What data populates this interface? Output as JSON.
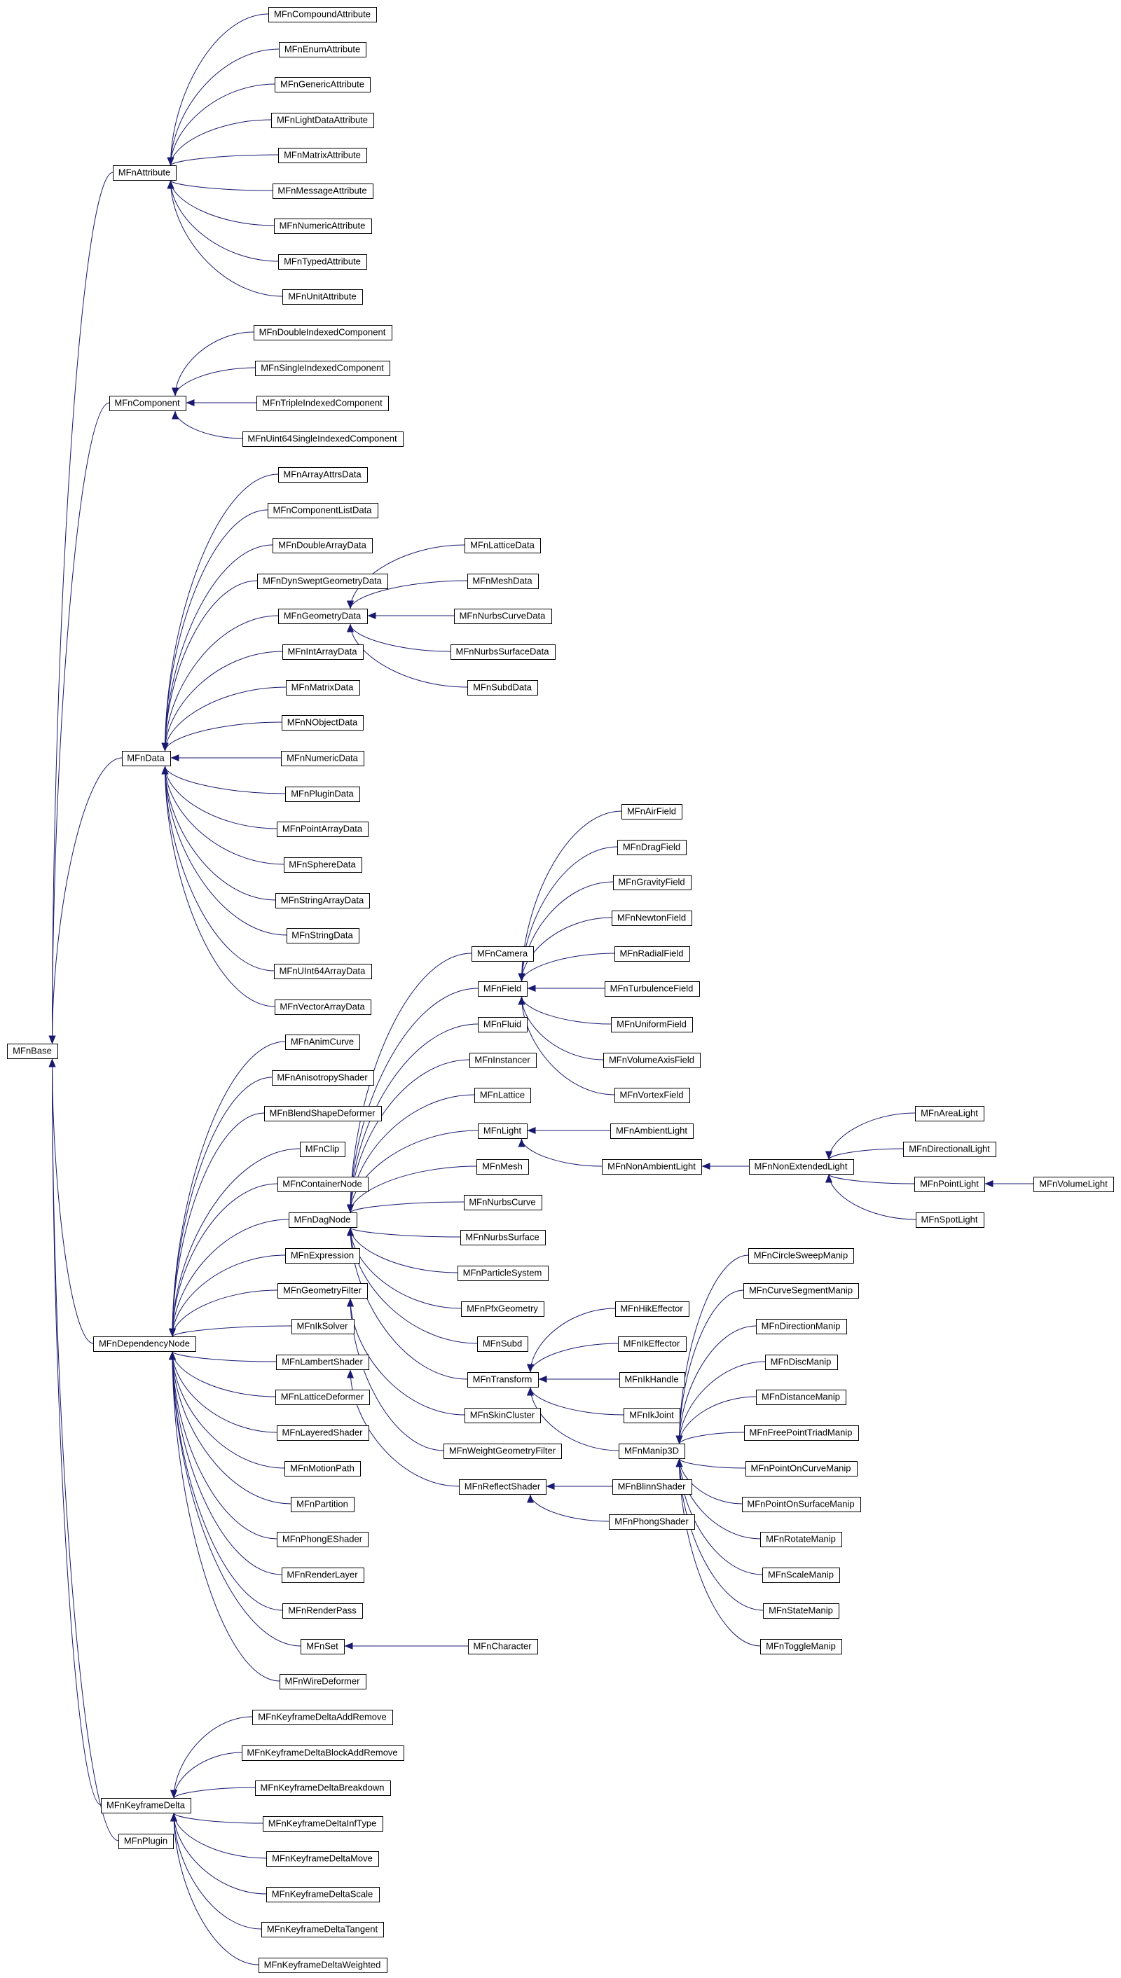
{
  "diagram": {
    "edge_color": "#191970",
    "node_border_color": "#000000",
    "node_fill_color": "#ffffff",
    "nodes": [
      {
        "id": "MFnBase",
        "label": "MFnBase"
      },
      {
        "id": "MFnAttribute",
        "label": "MFnAttribute"
      },
      {
        "id": "MFnCompoundAttribute",
        "label": "MFnCompoundAttribute"
      },
      {
        "id": "MFnEnumAttribute",
        "label": "MFnEnumAttribute"
      },
      {
        "id": "MFnGenericAttribute",
        "label": "MFnGenericAttribute"
      },
      {
        "id": "MFnLightDataAttribute",
        "label": "MFnLightDataAttribute"
      },
      {
        "id": "MFnMatrixAttribute",
        "label": "MFnMatrixAttribute"
      },
      {
        "id": "MFnMessageAttribute",
        "label": "MFnMessageAttribute"
      },
      {
        "id": "MFnNumericAttribute",
        "label": "MFnNumericAttribute"
      },
      {
        "id": "MFnTypedAttribute",
        "label": "MFnTypedAttribute"
      },
      {
        "id": "MFnUnitAttribute",
        "label": "MFnUnitAttribute"
      },
      {
        "id": "MFnComponent",
        "label": "MFnComponent"
      },
      {
        "id": "MFnDoubleIndexedComponent",
        "label": "MFnDoubleIndexedComponent"
      },
      {
        "id": "MFnSingleIndexedComponent",
        "label": "MFnSingleIndexedComponent"
      },
      {
        "id": "MFnTripleIndexedComponent",
        "label": "MFnTripleIndexedComponent"
      },
      {
        "id": "MFnUint64SingleIndexedComponent",
        "label": "MFnUint64SingleIndexedComponent"
      },
      {
        "id": "MFnData",
        "label": "MFnData"
      },
      {
        "id": "MFnArrayAttrsData",
        "label": "MFnArrayAttrsData"
      },
      {
        "id": "MFnComponentListData",
        "label": "MFnComponentListData"
      },
      {
        "id": "MFnDoubleArrayData",
        "label": "MFnDoubleArrayData"
      },
      {
        "id": "MFnDynSweptGeometryData",
        "label": "MFnDynSweptGeometryData"
      },
      {
        "id": "MFnGeometryData",
        "label": "MFnGeometryData"
      },
      {
        "id": "MFnLatticeData",
        "label": "MFnLatticeData"
      },
      {
        "id": "MFnMeshData",
        "label": "MFnMeshData"
      },
      {
        "id": "MFnNurbsCurveData",
        "label": "MFnNurbsCurveData"
      },
      {
        "id": "MFnNurbsSurfaceData",
        "label": "MFnNurbsSurfaceData"
      },
      {
        "id": "MFnSubdData",
        "label": "MFnSubdData"
      },
      {
        "id": "MFnIntArrayData",
        "label": "MFnIntArrayData"
      },
      {
        "id": "MFnMatrixData",
        "label": "MFnMatrixData"
      },
      {
        "id": "MFnNObjectData",
        "label": "MFnNObjectData"
      },
      {
        "id": "MFnNumericData",
        "label": "MFnNumericData"
      },
      {
        "id": "MFnPluginData",
        "label": "MFnPluginData"
      },
      {
        "id": "MFnPointArrayData",
        "label": "MFnPointArrayData"
      },
      {
        "id": "MFnSphereData",
        "label": "MFnSphereData"
      },
      {
        "id": "MFnStringArrayData",
        "label": "MFnStringArrayData"
      },
      {
        "id": "MFnStringData",
        "label": "MFnStringData"
      },
      {
        "id": "MFnUInt64ArrayData",
        "label": "MFnUInt64ArrayData"
      },
      {
        "id": "MFnVectorArrayData",
        "label": "MFnVectorArrayData"
      },
      {
        "id": "MFnDependencyNode",
        "label": "MFnDependencyNode"
      },
      {
        "id": "MFnAnimCurve",
        "label": "MFnAnimCurve"
      },
      {
        "id": "MFnAnisotropyShader",
        "label": "MFnAnisotropyShader"
      },
      {
        "id": "MFnBlendShapeDeformer",
        "label": "MFnBlendShapeDeformer"
      },
      {
        "id": "MFnClip",
        "label": "MFnClip"
      },
      {
        "id": "MFnContainerNode",
        "label": "MFnContainerNode"
      },
      {
        "id": "MFnDagNode",
        "label": "MFnDagNode"
      },
      {
        "id": "MFnCamera",
        "label": "MFnCamera"
      },
      {
        "id": "MFnField",
        "label": "MFnField"
      },
      {
        "id": "MFnAirField",
        "label": "MFnAirField"
      },
      {
        "id": "MFnDragField",
        "label": "MFnDragField"
      },
      {
        "id": "MFnGravityField",
        "label": "MFnGravityField"
      },
      {
        "id": "MFnNewtonField",
        "label": "MFnNewtonField"
      },
      {
        "id": "MFnRadialField",
        "label": "MFnRadialField"
      },
      {
        "id": "MFnTurbulenceField",
        "label": "MFnTurbulenceField"
      },
      {
        "id": "MFnUniformField",
        "label": "MFnUniformField"
      },
      {
        "id": "MFnVolumeAxisField",
        "label": "MFnVolumeAxisField"
      },
      {
        "id": "MFnVortexField",
        "label": "MFnVortexField"
      },
      {
        "id": "MFnFluid",
        "label": "MFnFluid"
      },
      {
        "id": "MFnInstancer",
        "label": "MFnInstancer"
      },
      {
        "id": "MFnLattice",
        "label": "MFnLattice"
      },
      {
        "id": "MFnLight",
        "label": "MFnLight"
      },
      {
        "id": "MFnAmbientLight",
        "label": "MFnAmbientLight"
      },
      {
        "id": "MFnNonAmbientLight",
        "label": "MFnNonAmbientLight"
      },
      {
        "id": "MFnNonExtendedLight",
        "label": "MFnNonExtendedLight"
      },
      {
        "id": "MFnAreaLight",
        "label": "MFnAreaLight"
      },
      {
        "id": "MFnDirectionalLight",
        "label": "MFnDirectionalLight"
      },
      {
        "id": "MFnPointLight",
        "label": "MFnPointLight"
      },
      {
        "id": "MFnVolumeLight",
        "label": "MFnVolumeLight"
      },
      {
        "id": "MFnSpotLight",
        "label": "MFnSpotLight"
      },
      {
        "id": "MFnMesh",
        "label": "MFnMesh"
      },
      {
        "id": "MFnNurbsCurve",
        "label": "MFnNurbsCurve"
      },
      {
        "id": "MFnNurbsSurface",
        "label": "MFnNurbsSurface"
      },
      {
        "id": "MFnParticleSystem",
        "label": "MFnParticleSystem"
      },
      {
        "id": "MFnPfxGeometry",
        "label": "MFnPfxGeometry"
      },
      {
        "id": "MFnSubd",
        "label": "MFnSubd"
      },
      {
        "id": "MFnTransform",
        "label": "MFnTransform"
      },
      {
        "id": "MFnHikEffector",
        "label": "MFnHikEffector"
      },
      {
        "id": "MFnIkEffector",
        "label": "MFnIkEffector"
      },
      {
        "id": "MFnIkHandle",
        "label": "MFnIkHandle"
      },
      {
        "id": "MFnIkJoint",
        "label": "MFnIkJoint"
      },
      {
        "id": "MFnManip3D",
        "label": "MFnManip3D"
      },
      {
        "id": "MFnCircleSweepManip",
        "label": "MFnCircleSweepManip"
      },
      {
        "id": "MFnCurveSegmentManip",
        "label": "MFnCurveSegmentManip"
      },
      {
        "id": "MFnDirectionManip",
        "label": "MFnDirectionManip"
      },
      {
        "id": "MFnDiscManip",
        "label": "MFnDiscManip"
      },
      {
        "id": "MFnDistanceManip",
        "label": "MFnDistanceManip"
      },
      {
        "id": "MFnFreePointTriadManip",
        "label": "MFnFreePointTriadManip"
      },
      {
        "id": "MFnPointOnCurveManip",
        "label": "MFnPointOnCurveManip"
      },
      {
        "id": "MFnPointOnSurfaceManip",
        "label": "MFnPointOnSurfaceManip"
      },
      {
        "id": "MFnRotateManip",
        "label": "MFnRotateManip"
      },
      {
        "id": "MFnScaleManip",
        "label": "MFnScaleManip"
      },
      {
        "id": "MFnStateManip",
        "label": "MFnStateManip"
      },
      {
        "id": "MFnToggleManip",
        "label": "MFnToggleManip"
      },
      {
        "id": "MFnExpression",
        "label": "MFnExpression"
      },
      {
        "id": "MFnGeometryFilter",
        "label": "MFnGeometryFilter"
      },
      {
        "id": "MFnSkinCluster",
        "label": "MFnSkinCluster"
      },
      {
        "id": "MFnWeightGeometryFilter",
        "label": "MFnWeightGeometryFilter"
      },
      {
        "id": "MFnIkSolver",
        "label": "MFnIkSolver"
      },
      {
        "id": "MFnLambertShader",
        "label": "MFnLambertShader"
      },
      {
        "id": "MFnReflectShader",
        "label": "MFnReflectShader"
      },
      {
        "id": "MFnBlinnShader",
        "label": "MFnBlinnShader"
      },
      {
        "id": "MFnPhongShader",
        "label": "MFnPhongShader"
      },
      {
        "id": "MFnLatticeDeformer",
        "label": "MFnLatticeDeformer"
      },
      {
        "id": "MFnLayeredShader",
        "label": "MFnLayeredShader"
      },
      {
        "id": "MFnMotionPath",
        "label": "MFnMotionPath"
      },
      {
        "id": "MFnPartition",
        "label": "MFnPartition"
      },
      {
        "id": "MFnPhongEShader",
        "label": "MFnPhongEShader"
      },
      {
        "id": "MFnRenderLayer",
        "label": "MFnRenderLayer"
      },
      {
        "id": "MFnRenderPass",
        "label": "MFnRenderPass"
      },
      {
        "id": "MFnSet",
        "label": "MFnSet"
      },
      {
        "id": "MFnCharacter",
        "label": "MFnCharacter"
      },
      {
        "id": "MFnWireDeformer",
        "label": "MFnWireDeformer"
      },
      {
        "id": "MFnKeyframeDelta",
        "label": "MFnKeyframeDelta"
      },
      {
        "id": "MFnKeyframeDeltaAddRemove",
        "label": "MFnKeyframeDeltaAddRemove"
      },
      {
        "id": "MFnKeyframeDeltaBlockAddRemove",
        "label": "MFnKeyframeDeltaBlockAddRemove"
      },
      {
        "id": "MFnKeyframeDeltaBreakdown",
        "label": "MFnKeyframeDeltaBreakdown"
      },
      {
        "id": "MFnKeyframeDeltaInfType",
        "label": "MFnKeyframeDeltaInfType"
      },
      {
        "id": "MFnKeyframeDeltaMove",
        "label": "MFnKeyframeDeltaMove"
      },
      {
        "id": "MFnKeyframeDeltaScale",
        "label": "MFnKeyframeDeltaScale"
      },
      {
        "id": "MFnKeyframeDeltaTangent",
        "label": "MFnKeyframeDeltaTangent"
      },
      {
        "id": "MFnKeyframeDeltaWeighted",
        "label": "MFnKeyframeDeltaWeighted"
      },
      {
        "id": "MFnPlugin",
        "label": "MFnPlugin"
      }
    ],
    "edges": [
      [
        "MFnAttribute",
        "MFnBase"
      ],
      [
        "MFnComponent",
        "MFnBase"
      ],
      [
        "MFnData",
        "MFnBase"
      ],
      [
        "MFnDependencyNode",
        "MFnBase"
      ],
      [
        "MFnKeyframeDelta",
        "MFnBase"
      ],
      [
        "MFnPlugin",
        "MFnBase"
      ],
      [
        "MFnCompoundAttribute",
        "MFnAttribute"
      ],
      [
        "MFnEnumAttribute",
        "MFnAttribute"
      ],
      [
        "MFnGenericAttribute",
        "MFnAttribute"
      ],
      [
        "MFnLightDataAttribute",
        "MFnAttribute"
      ],
      [
        "MFnMatrixAttribute",
        "MFnAttribute"
      ],
      [
        "MFnMessageAttribute",
        "MFnAttribute"
      ],
      [
        "MFnNumericAttribute",
        "MFnAttribute"
      ],
      [
        "MFnTypedAttribute",
        "MFnAttribute"
      ],
      [
        "MFnUnitAttribute",
        "MFnAttribute"
      ],
      [
        "MFnDoubleIndexedComponent",
        "MFnComponent"
      ],
      [
        "MFnSingleIndexedComponent",
        "MFnComponent"
      ],
      [
        "MFnTripleIndexedComponent",
        "MFnComponent"
      ],
      [
        "MFnUint64SingleIndexedComponent",
        "MFnComponent"
      ],
      [
        "MFnArrayAttrsData",
        "MFnData"
      ],
      [
        "MFnComponentListData",
        "MFnData"
      ],
      [
        "MFnDoubleArrayData",
        "MFnData"
      ],
      [
        "MFnDynSweptGeometryData",
        "MFnData"
      ],
      [
        "MFnGeometryData",
        "MFnData"
      ],
      [
        "MFnIntArrayData",
        "MFnData"
      ],
      [
        "MFnMatrixData",
        "MFnData"
      ],
      [
        "MFnNObjectData",
        "MFnData"
      ],
      [
        "MFnNumericData",
        "MFnData"
      ],
      [
        "MFnPluginData",
        "MFnData"
      ],
      [
        "MFnPointArrayData",
        "MFnData"
      ],
      [
        "MFnSphereData",
        "MFnData"
      ],
      [
        "MFnStringArrayData",
        "MFnData"
      ],
      [
        "MFnStringData",
        "MFnData"
      ],
      [
        "MFnUInt64ArrayData",
        "MFnData"
      ],
      [
        "MFnVectorArrayData",
        "MFnData"
      ],
      [
        "MFnLatticeData",
        "MFnGeometryData"
      ],
      [
        "MFnMeshData",
        "MFnGeometryData"
      ],
      [
        "MFnNurbsCurveData",
        "MFnGeometryData"
      ],
      [
        "MFnNurbsSurfaceData",
        "MFnGeometryData"
      ],
      [
        "MFnSubdData",
        "MFnGeometryData"
      ],
      [
        "MFnAnimCurve",
        "MFnDependencyNode"
      ],
      [
        "MFnAnisotropyShader",
        "MFnDependencyNode"
      ],
      [
        "MFnBlendShapeDeformer",
        "MFnDependencyNode"
      ],
      [
        "MFnClip",
        "MFnDependencyNode"
      ],
      [
        "MFnContainerNode",
        "MFnDependencyNode"
      ],
      [
        "MFnDagNode",
        "MFnDependencyNode"
      ],
      [
        "MFnExpression",
        "MFnDependencyNode"
      ],
      [
        "MFnGeometryFilter",
        "MFnDependencyNode"
      ],
      [
        "MFnIkSolver",
        "MFnDependencyNode"
      ],
      [
        "MFnLambertShader",
        "MFnDependencyNode"
      ],
      [
        "MFnLatticeDeformer",
        "MFnDependencyNode"
      ],
      [
        "MFnLayeredShader",
        "MFnDependencyNode"
      ],
      [
        "MFnMotionPath",
        "MFnDependencyNode"
      ],
      [
        "MFnPartition",
        "MFnDependencyNode"
      ],
      [
        "MFnPhongEShader",
        "MFnDependencyNode"
      ],
      [
        "MFnRenderLayer",
        "MFnDependencyNode"
      ],
      [
        "MFnRenderPass",
        "MFnDependencyNode"
      ],
      [
        "MFnSet",
        "MFnDependencyNode"
      ],
      [
        "MFnWireDeformer",
        "MFnDependencyNode"
      ],
      [
        "MFnCamera",
        "MFnDagNode"
      ],
      [
        "MFnField",
        "MFnDagNode"
      ],
      [
        "MFnFluid",
        "MFnDagNode"
      ],
      [
        "MFnInstancer",
        "MFnDagNode"
      ],
      [
        "MFnLattice",
        "MFnDagNode"
      ],
      [
        "MFnLight",
        "MFnDagNode"
      ],
      [
        "MFnMesh",
        "MFnDagNode"
      ],
      [
        "MFnNurbsCurve",
        "MFnDagNode"
      ],
      [
        "MFnNurbsSurface",
        "MFnDagNode"
      ],
      [
        "MFnParticleSystem",
        "MFnDagNode"
      ],
      [
        "MFnPfxGeometry",
        "MFnDagNode"
      ],
      [
        "MFnSubd",
        "MFnDagNode"
      ],
      [
        "MFnTransform",
        "MFnDagNode"
      ],
      [
        "MFnAirField",
        "MFnField"
      ],
      [
        "MFnDragField",
        "MFnField"
      ],
      [
        "MFnGravityField",
        "MFnField"
      ],
      [
        "MFnNewtonField",
        "MFnField"
      ],
      [
        "MFnRadialField",
        "MFnField"
      ],
      [
        "MFnTurbulenceField",
        "MFnField"
      ],
      [
        "MFnUniformField",
        "MFnField"
      ],
      [
        "MFnVolumeAxisField",
        "MFnField"
      ],
      [
        "MFnVortexField",
        "MFnField"
      ],
      [
        "MFnAmbientLight",
        "MFnLight"
      ],
      [
        "MFnNonAmbientLight",
        "MFnLight"
      ],
      [
        "MFnNonExtendedLight",
        "MFnNonAmbientLight"
      ],
      [
        "MFnAreaLight",
        "MFnNonExtendedLight"
      ],
      [
        "MFnDirectionalLight",
        "MFnNonExtendedLight"
      ],
      [
        "MFnPointLight",
        "MFnNonExtendedLight"
      ],
      [
        "MFnSpotLight",
        "MFnNonExtendedLight"
      ],
      [
        "MFnVolumeLight",
        "MFnPointLight"
      ],
      [
        "MFnHikEffector",
        "MFnTransform"
      ],
      [
        "MFnIkEffector",
        "MFnTransform"
      ],
      [
        "MFnIkHandle",
        "MFnTransform"
      ],
      [
        "MFnIkJoint",
        "MFnTransform"
      ],
      [
        "MFnManip3D",
        "MFnTransform"
      ],
      [
        "MFnCircleSweepManip",
        "MFnManip3D"
      ],
      [
        "MFnCurveSegmentManip",
        "MFnManip3D"
      ],
      [
        "MFnDirectionManip",
        "MFnManip3D"
      ],
      [
        "MFnDiscManip",
        "MFnManip3D"
      ],
      [
        "MFnDistanceManip",
        "MFnManip3D"
      ],
      [
        "MFnFreePointTriadManip",
        "MFnManip3D"
      ],
      [
        "MFnPointOnCurveManip",
        "MFnManip3D"
      ],
      [
        "MFnPointOnSurfaceManip",
        "MFnManip3D"
      ],
      [
        "MFnRotateManip",
        "MFnManip3D"
      ],
      [
        "MFnScaleManip",
        "MFnManip3D"
      ],
      [
        "MFnStateManip",
        "MFnManip3D"
      ],
      [
        "MFnToggleManip",
        "MFnManip3D"
      ],
      [
        "MFnSkinCluster",
        "MFnGeometryFilter"
      ],
      [
        "MFnWeightGeometryFilter",
        "MFnGeometryFilter"
      ],
      [
        "MFnReflectShader",
        "MFnLambertShader"
      ],
      [
        "MFnBlinnShader",
        "MFnReflectShader"
      ],
      [
        "MFnPhongShader",
        "MFnReflectShader"
      ],
      [
        "MFnCharacter",
        "MFnSet"
      ],
      [
        "MFnKeyframeDeltaAddRemove",
        "MFnKeyframeDelta"
      ],
      [
        "MFnKeyframeDeltaBlockAddRemove",
        "MFnKeyframeDelta"
      ],
      [
        "MFnKeyframeDeltaBreakdown",
        "MFnKeyframeDelta"
      ],
      [
        "MFnKeyframeDeltaInfType",
        "MFnKeyframeDelta"
      ],
      [
        "MFnKeyframeDeltaMove",
        "MFnKeyframeDelta"
      ],
      [
        "MFnKeyframeDeltaScale",
        "MFnKeyframeDelta"
      ],
      [
        "MFnKeyframeDeltaTangent",
        "MFnKeyframeDelta"
      ],
      [
        "MFnKeyframeDeltaWeighted",
        "MFnKeyframeDelta"
      ]
    ]
  }
}
